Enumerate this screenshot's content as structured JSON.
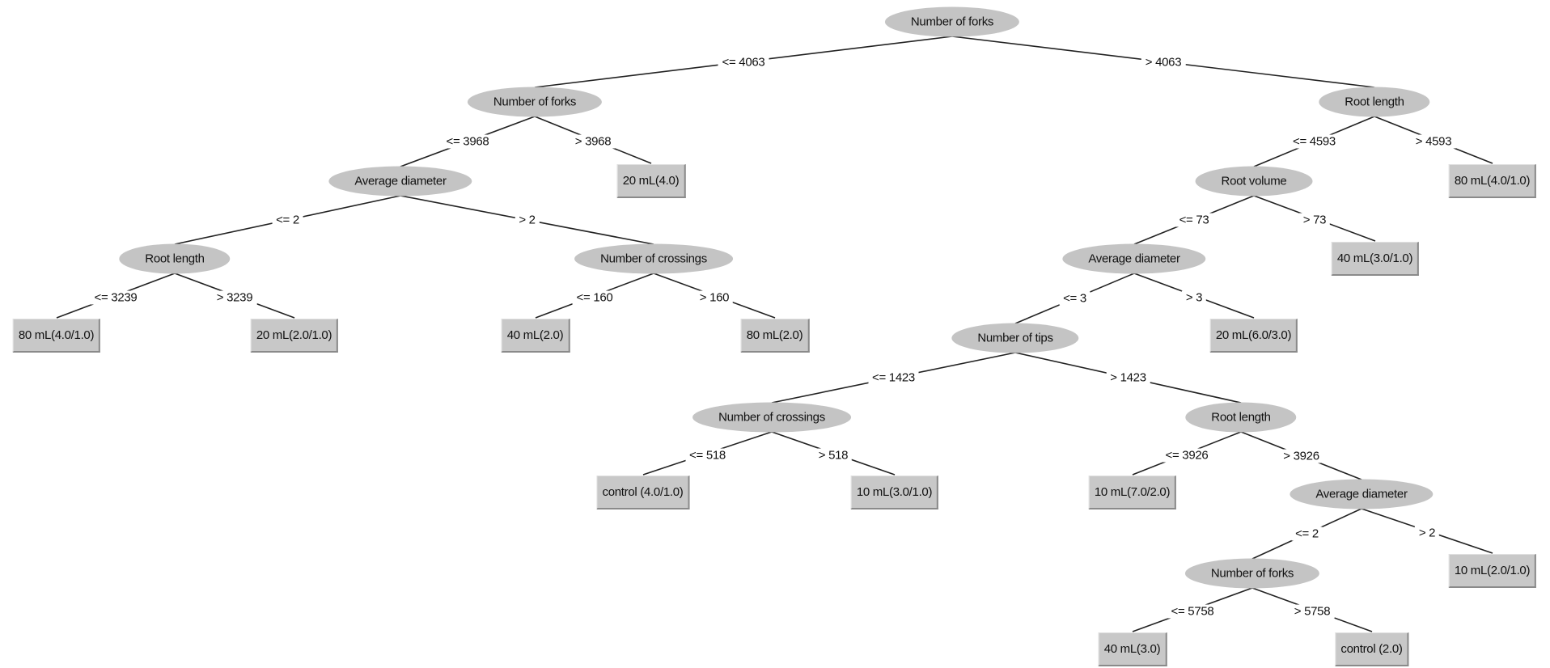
{
  "tree": {
    "nodes": [
      {
        "id": "n0",
        "type": "split",
        "label": "Number of forks",
        "parent": null,
        "edge": null
      },
      {
        "id": "n1",
        "type": "split",
        "label": "Number of forks",
        "parent": "n0",
        "edge": "<= 4063"
      },
      {
        "id": "n2",
        "type": "split",
        "label": "Root length",
        "parent": "n0",
        "edge": "> 4063"
      },
      {
        "id": "n3",
        "type": "split",
        "label": "Average diameter",
        "parent": "n1",
        "edge": "<= 3968"
      },
      {
        "id": "n4",
        "type": "leaf",
        "label": "20 mL(4.0)",
        "parent": "n1",
        "edge": "> 3968"
      },
      {
        "id": "n5",
        "type": "split",
        "label": "Root volume",
        "parent": "n2",
        "edge": "<= 4593"
      },
      {
        "id": "n6",
        "type": "leaf",
        "label": "80 mL(4.0/1.0)",
        "parent": "n2",
        "edge": "> 4593"
      },
      {
        "id": "n7",
        "type": "split",
        "label": "Root length",
        "parent": "n3",
        "edge": "<= 2"
      },
      {
        "id": "n8",
        "type": "split",
        "label": "Number of crossings",
        "parent": "n3",
        "edge": "> 2"
      },
      {
        "id": "n9",
        "type": "split",
        "label": "Average diameter",
        "parent": "n5",
        "edge": "<= 73"
      },
      {
        "id": "n10",
        "type": "leaf",
        "label": "40 mL(3.0/1.0)",
        "parent": "n5",
        "edge": "> 73"
      },
      {
        "id": "n11",
        "type": "leaf",
        "label": "80 mL(4.0/1.0)",
        "parent": "n7",
        "edge": "<= 3239"
      },
      {
        "id": "n12",
        "type": "leaf",
        "label": "20 mL(2.0/1.0)",
        "parent": "n7",
        "edge": "> 3239"
      },
      {
        "id": "n13",
        "type": "leaf",
        "label": "40 mL(2.0)",
        "parent": "n8",
        "edge": "<= 160"
      },
      {
        "id": "n14",
        "type": "leaf",
        "label": "80 mL(2.0)",
        "parent": "n8",
        "edge": "> 160"
      },
      {
        "id": "n15",
        "type": "split",
        "label": "Number of tips",
        "parent": "n9",
        "edge": "<= 3"
      },
      {
        "id": "n16",
        "type": "leaf",
        "label": "20 mL(6.0/3.0)",
        "parent": "n9",
        "edge": "> 3"
      },
      {
        "id": "n17",
        "type": "split",
        "label": "Number of crossings",
        "parent": "n15",
        "edge": "<= 1423"
      },
      {
        "id": "n18",
        "type": "split",
        "label": "Root length",
        "parent": "n15",
        "edge": "> 1423"
      },
      {
        "id": "n19",
        "type": "leaf",
        "label": "control (4.0/1.0)",
        "parent": "n17",
        "edge": "<= 518"
      },
      {
        "id": "n20",
        "type": "leaf",
        "label": "10 mL(3.0/1.0)",
        "parent": "n17",
        "edge": "> 518"
      },
      {
        "id": "n21",
        "type": "leaf",
        "label": "10 mL(7.0/2.0)",
        "parent": "n18",
        "edge": "<= 3926"
      },
      {
        "id": "n22",
        "type": "split",
        "label": "Average diameter",
        "parent": "n18",
        "edge": "> 3926"
      },
      {
        "id": "n23",
        "type": "split",
        "label": "Number of forks",
        "parent": "n22",
        "edge": "<= 2"
      },
      {
        "id": "n24",
        "type": "leaf",
        "label": "10 mL(2.0/1.0)",
        "parent": "n22",
        "edge": "> 2"
      },
      {
        "id": "n25",
        "type": "leaf",
        "label": "40 mL(3.0)",
        "parent": "n23",
        "edge": "<= 5758"
      },
      {
        "id": "n26",
        "type": "leaf",
        "label": "control (2.0)",
        "parent": "n23",
        "edge": "> 5758"
      }
    ]
  }
}
